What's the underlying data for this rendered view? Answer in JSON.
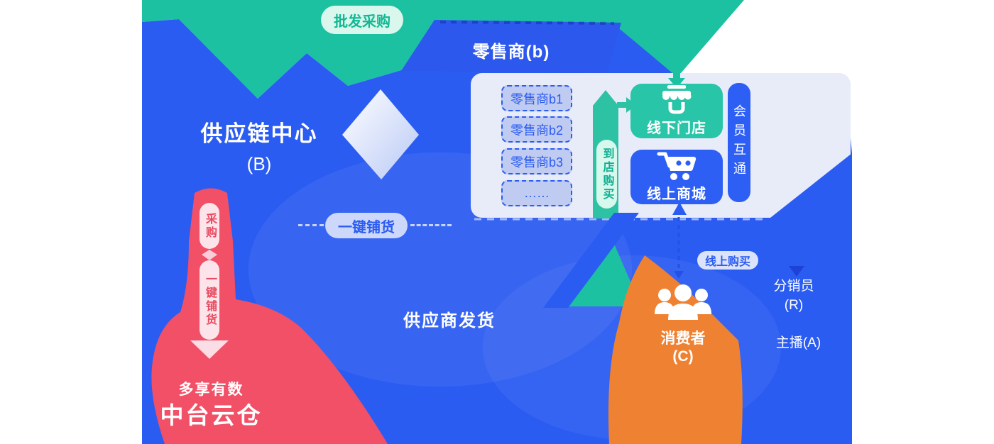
{
  "colors": {
    "teal": "#1cc1a2",
    "blue": "#2b5cf2",
    "blue_bright": "#2e5ff5",
    "red": "#f15066",
    "orange": "#ee8132",
    "panel": "#e8ecf9",
    "mint_badge_bg": "#d9f7ec",
    "mint_badge_text": "#12b893",
    "lavender_badge_bg": "#ccd7f9",
    "pink_capsule_bg": "#fce4ea",
    "pink_capsule_text": "#e8495f"
  },
  "badges": {
    "wholesale": "批发采购",
    "one_click": "一键铺货",
    "online_buy": "线上购买"
  },
  "supply_center": {
    "title": "供应链中心",
    "code": "(B)"
  },
  "retailer": {
    "header": "零售商(b)",
    "items": [
      "零售商b1",
      "零售商b2",
      "零售商b3",
      "……"
    ]
  },
  "visit_capsule": "到店购买",
  "stores": {
    "offline": "线下门店",
    "online": "线上商城",
    "member_bar": "会员互通"
  },
  "left_flow": {
    "purchase": "采购",
    "one_click": "一键铺货",
    "brand": "多享有数",
    "warehouse": "中台云仓"
  },
  "supplier_ship": "供应商发货",
  "consumer": {
    "title": "消费者",
    "code": "(C)"
  },
  "right_labels": {
    "distributor": "分销员",
    "distributor_code": "(R)",
    "anchor": "主播(A)"
  }
}
